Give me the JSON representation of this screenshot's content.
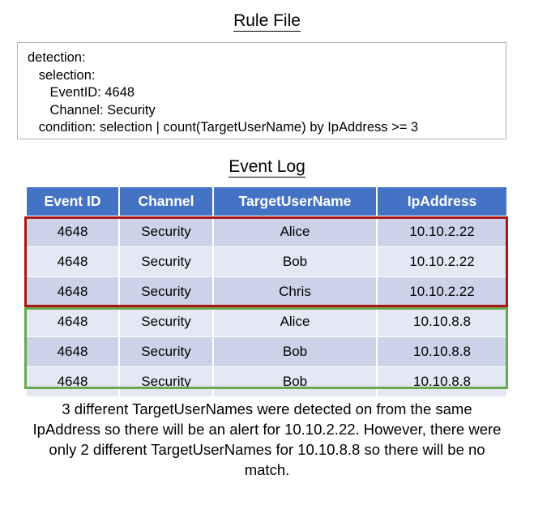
{
  "rule_section": {
    "title": "Rule File",
    "code": "detection:\n   selection:\n      EventID: 4648\n      Channel: Security\n   condition: selection | count(TargetUserName) by IpAddress >= 3"
  },
  "log_section": {
    "title": "Event Log",
    "columns": [
      "Event ID",
      "Channel",
      "TargetUserName",
      "IpAddress"
    ],
    "rows": [
      {
        "event_id": "4648",
        "channel": "Security",
        "target_user_name": "Alice",
        "ip_address": "10.10.2.22"
      },
      {
        "event_id": "4648",
        "channel": "Security",
        "target_user_name": "Bob",
        "ip_address": "10.10.2.22"
      },
      {
        "event_id": "4648",
        "channel": "Security",
        "target_user_name": "Chris",
        "ip_address": "10.10.2.22"
      },
      {
        "event_id": "4648",
        "channel": "Security",
        "target_user_name": "Alice",
        "ip_address": "10.10.8.8"
      },
      {
        "event_id": "4648",
        "channel": "Security",
        "target_user_name": "Bob",
        "ip_address": "10.10.8.8"
      },
      {
        "event_id": "4648",
        "channel": "Security",
        "target_user_name": "Bob",
        "ip_address": "10.10.8.8"
      }
    ]
  },
  "highlights": {
    "match_color": "#aa1616",
    "nomatch_color": "#6aa84f",
    "header_color": "#4472c4",
    "row_dark_color": "#ccd3e8",
    "row_light_color": "#e4e8f4"
  },
  "caption": {
    "text": "3 different TargetUserNames were detected on from the same IpAddress so there will be an alert for 10.10.2.22. However, there were only 2 different TargetUserNames for 10.10.8.8 so there will be no match."
  }
}
